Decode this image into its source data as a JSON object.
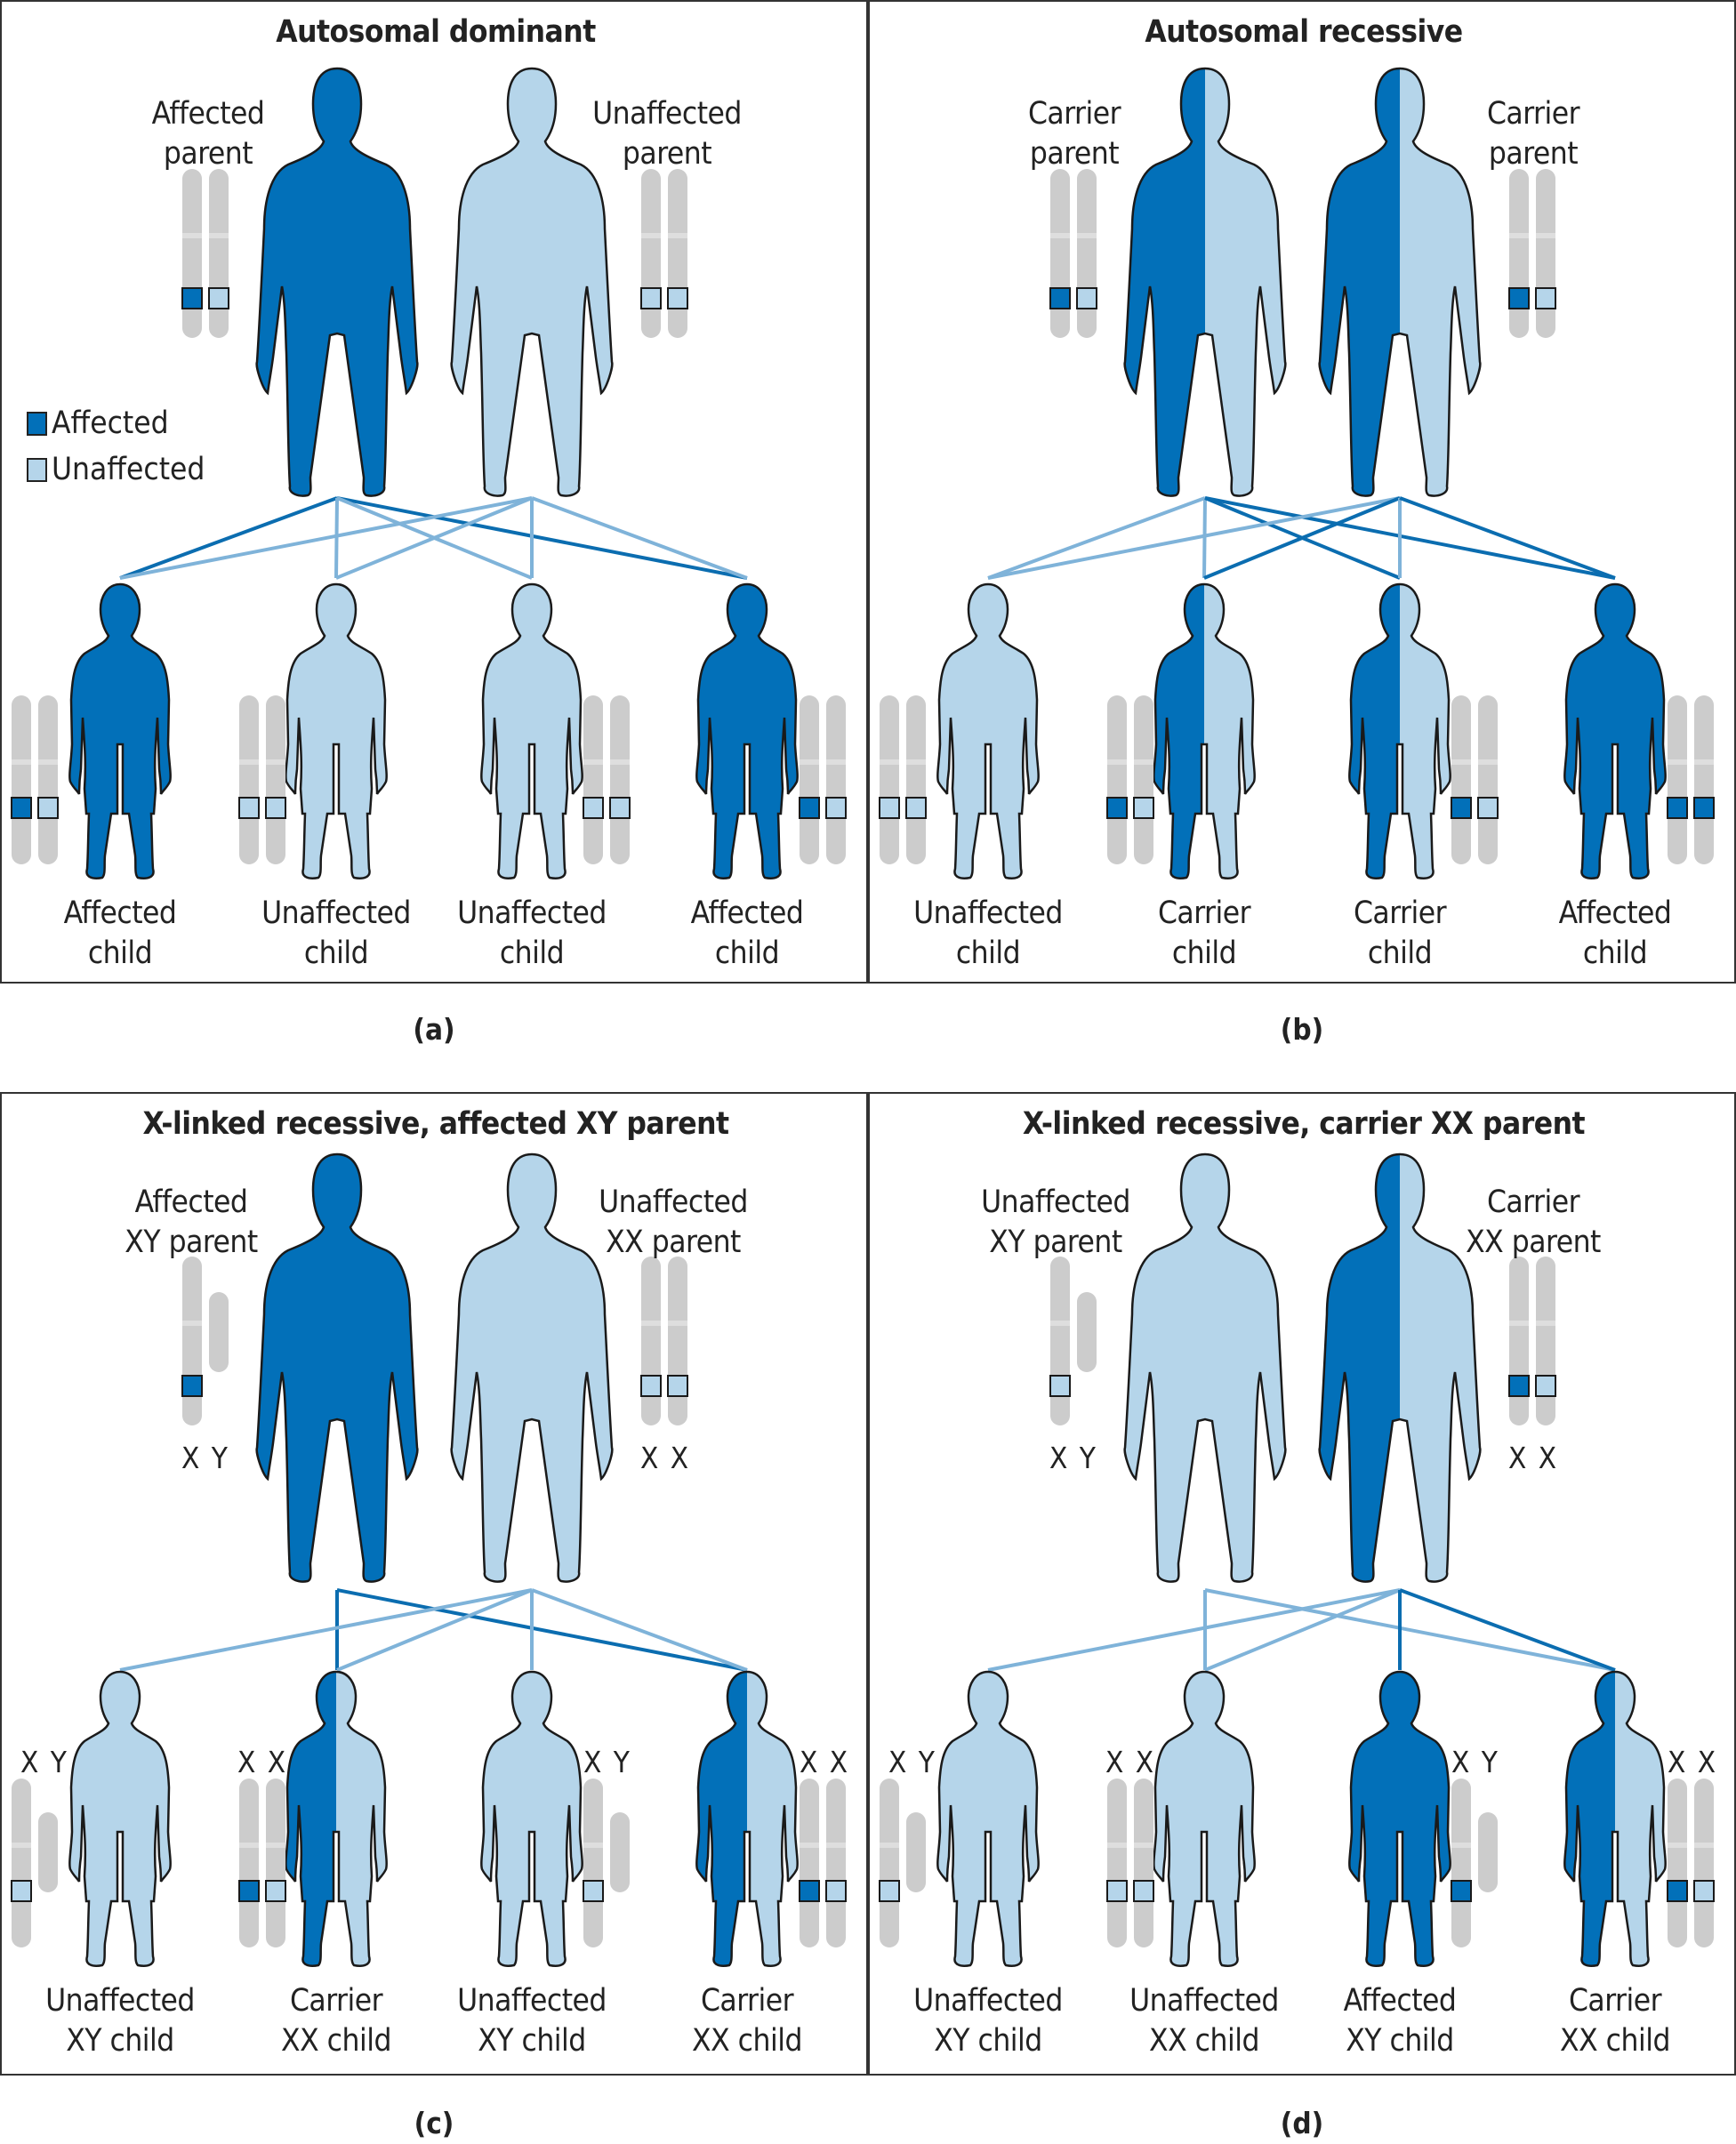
{
  "colors": {
    "affected": "#0270b9",
    "unaffected": "#b5d5ea",
    "chromosome": "#cccccc",
    "outline": "#222222",
    "line_affected": "#0b6db0",
    "line_unaffected": "#7fb3d9",
    "border": "#333333"
  },
  "legend": {
    "affected": "Affected",
    "unaffected": "Unaffected"
  },
  "panels": [
    {
      "id": "a",
      "caption": "(a)",
      "title": "Autosomal dominant",
      "parents": [
        {
          "label": "Affected\nparent",
          "fill": "affected",
          "chromosomes": "autosome",
          "alleles": [
            "affected",
            "unaffected"
          ]
        },
        {
          "label": "Unaffected\nparent",
          "fill": "unaffected",
          "chromosomes": "autosome",
          "alleles": [
            "unaffected",
            "unaffected"
          ]
        }
      ],
      "children": [
        {
          "label": "Affected\nchild",
          "fill": "affected",
          "alleles": [
            "affected",
            "unaffected"
          ]
        },
        {
          "label": "Unaffected\nchild",
          "fill": "unaffected",
          "alleles": [
            "unaffected",
            "unaffected"
          ]
        },
        {
          "label": "Unaffected\nchild",
          "fill": "unaffected",
          "alleles": [
            "unaffected",
            "unaffected"
          ]
        },
        {
          "label": "Affected\nchild",
          "fill": "affected",
          "alleles": [
            "affected",
            "unaffected"
          ]
        }
      ]
    },
    {
      "id": "b",
      "caption": "(b)",
      "title": "Autosomal recessive",
      "parents": [
        {
          "label": "Carrier\nparent",
          "fill": "carrier",
          "alleles": [
            "affected",
            "unaffected"
          ]
        },
        {
          "label": "Carrier\nparent",
          "fill": "carrier",
          "alleles": [
            "affected",
            "unaffected"
          ]
        }
      ],
      "children": [
        {
          "label": "Unaffected\nchild",
          "fill": "unaffected",
          "alleles": [
            "unaffected",
            "unaffected"
          ]
        },
        {
          "label": "Carrier\nchild",
          "fill": "carrier",
          "alleles": [
            "affected",
            "unaffected"
          ]
        },
        {
          "label": "Carrier\nchild",
          "fill": "carrier",
          "alleles": [
            "affected",
            "unaffected"
          ]
        },
        {
          "label": "Affected\nchild",
          "fill": "affected",
          "alleles": [
            "affected",
            "affected"
          ]
        }
      ]
    },
    {
      "id": "c",
      "caption": "(c)",
      "title": "X-linked recessive, affected XY parent",
      "parents": [
        {
          "label": "Affected\nXY parent",
          "fill": "affected",
          "sex": "X Y",
          "alleles": [
            "affected"
          ]
        },
        {
          "label": "Unaffected\nXX parent",
          "fill": "unaffected",
          "sex": "X X",
          "alleles": [
            "unaffected",
            "unaffected"
          ]
        }
      ],
      "children": [
        {
          "label": "Unaffected\nXY child",
          "fill": "unaffected",
          "sex": "X Y",
          "alleles": [
            "unaffected"
          ]
        },
        {
          "label": "Carrier\nXX child",
          "fill": "carrier",
          "sex": "X X",
          "alleles": [
            "affected",
            "unaffected"
          ]
        },
        {
          "label": "Unaffected\nXY child",
          "fill": "unaffected",
          "sex": "X Y",
          "alleles": [
            "unaffected"
          ]
        },
        {
          "label": "Carrier\nXX child",
          "fill": "carrier",
          "sex": "X X",
          "alleles": [
            "affected",
            "unaffected"
          ]
        }
      ]
    },
    {
      "id": "d",
      "caption": "(d)",
      "title": "X-linked recessive, carrier XX parent",
      "parents": [
        {
          "label": "Unaffected\nXY parent",
          "fill": "unaffected",
          "sex": "X Y",
          "alleles": [
            "unaffected"
          ]
        },
        {
          "label": "Carrier\nXX parent",
          "fill": "carrier",
          "sex": "X X",
          "alleles": [
            "affected",
            "unaffected"
          ]
        }
      ],
      "children": [
        {
          "label": "Unaffected\nXY child",
          "fill": "unaffected",
          "sex": "X Y",
          "alleles": [
            "unaffected"
          ]
        },
        {
          "label": "Unaffected\nXX child",
          "fill": "unaffected",
          "sex": "X X",
          "alleles": [
            "unaffected",
            "unaffected"
          ]
        },
        {
          "label": "Affected\nXY child",
          "fill": "affected",
          "sex": "X Y",
          "alleles": [
            "affected"
          ]
        },
        {
          "label": "Carrier\nXX child",
          "fill": "carrier",
          "sex": "X X",
          "alleles": [
            "affected",
            "unaffected"
          ]
        }
      ]
    }
  ]
}
